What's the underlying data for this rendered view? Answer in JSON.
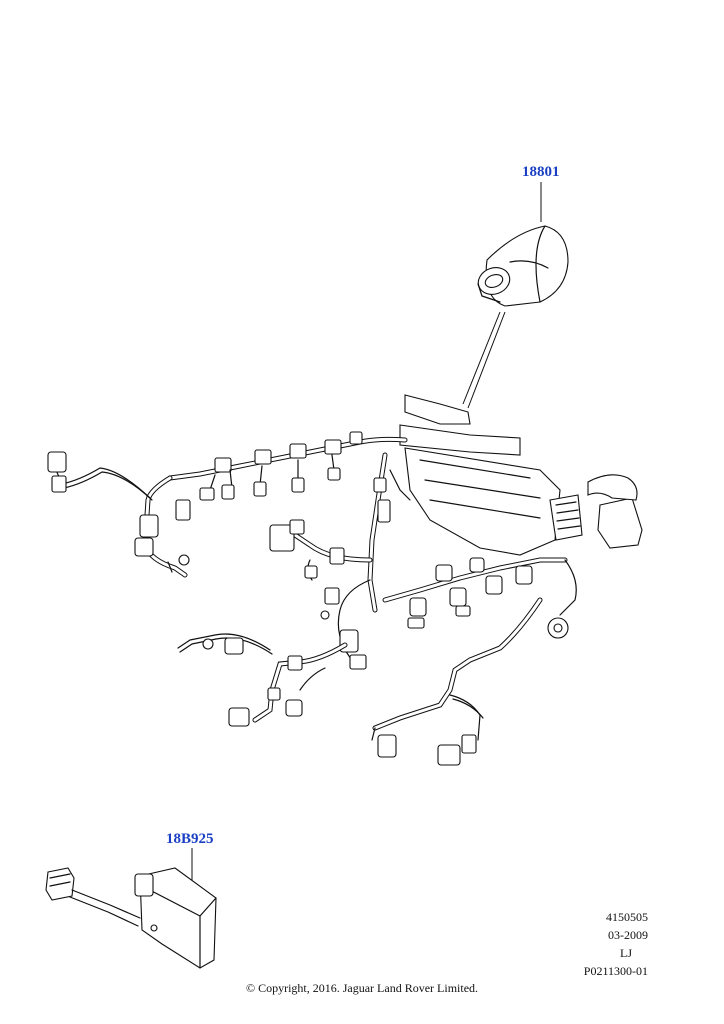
{
  "callouts": {
    "part_top": "18801",
    "part_bottom": "18B925"
  },
  "meta": {
    "line1": "4150505",
    "line2": "03-2009",
    "line3": "LJ",
    "line4": "P0211300-01"
  },
  "copyright": "© Copyright, 2016. Jaguar Land Rover Limited."
}
